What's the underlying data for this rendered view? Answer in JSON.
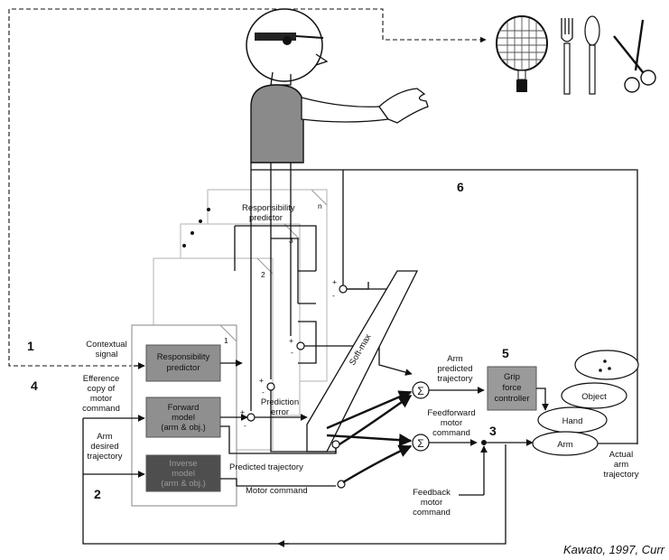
{
  "numbers": {
    "n1": "1",
    "n2": "2",
    "n3": "3",
    "n4": "4",
    "n5": "5",
    "n6": "6"
  },
  "inputs": {
    "contextual_signal": [
      "Contextual",
      "signal"
    ],
    "efference_copy": [
      "Efference",
      "copy of",
      "motor",
      "command"
    ],
    "arm_desired_trajectory": [
      "Arm",
      "desired",
      "trajectory"
    ]
  },
  "modules": {
    "responsibility_predictor": [
      "Responsibility",
      "predictor"
    ],
    "forward_model": [
      "Forward",
      "model",
      "(arm & obj.)"
    ],
    "inverse_model": [
      "Inverse",
      "model",
      "(arm & obj.)"
    ],
    "module_indices": [
      "1",
      "2",
      "3",
      "n"
    ],
    "top_responsibility_predictor": [
      "Responsibility",
      "predictor"
    ]
  },
  "signals": {
    "prediction_error": [
      "Prediction",
      "error"
    ],
    "predicted_trajectory": "Predicted trajectory",
    "motor_command": "Motor command",
    "softmax": "Soft-max",
    "arm_predicted_trajectory": [
      "Arm",
      "predicted",
      "trajectory"
    ],
    "feedforward_motor_command": [
      "Feedforward",
      "motor",
      "command"
    ],
    "feedback_motor_command": [
      "Feedback",
      "motor",
      "command"
    ],
    "actual_arm_trajectory": [
      "Actual",
      "arm",
      "trajectory"
    ],
    "plus": "+",
    "minus": "-",
    "sigma": "Σ"
  },
  "plant": {
    "grip_force_controller": [
      "Grip",
      "force",
      "controller"
    ],
    "object": "Object",
    "hand": "Hand",
    "arm": "Arm"
  },
  "icons": [
    "person-figure-icon",
    "racket-icon",
    "fork-icon",
    "spoon-icon",
    "scissors-icon"
  ],
  "colors": {
    "block_gray": "#8f8f8f",
    "inverse_gray": "#4e4e4e",
    "body_gray": "#8a8a8a",
    "grip_gray": "#9a9a9a"
  },
  "citation": "Kawato, 1997, Curr"
}
